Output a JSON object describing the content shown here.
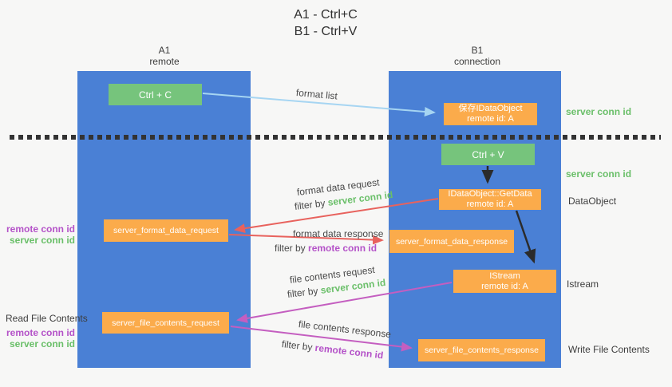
{
  "title": {
    "line1": "A1 - Ctrl+C",
    "line2": "B1 - Ctrl+V"
  },
  "lanes": {
    "a": {
      "title": "A1",
      "subtitle": "remote"
    },
    "b": {
      "title": "B1",
      "subtitle": "connection"
    }
  },
  "nodes": {
    "ctrl_c": {
      "label": "Ctrl + C"
    },
    "ctrl_v": {
      "label": "Ctrl + V"
    },
    "save_idataobject": {
      "line1": "保存IDataObject",
      "line2": "remote id: A"
    },
    "getdata": {
      "line1": "IDataObject::GetData",
      "line2": "remote id: A"
    },
    "istream": {
      "line1": "IStream",
      "line2": "remote id: A"
    },
    "server_format_data_request": {
      "label": "server_format_data_request"
    },
    "server_format_data_response": {
      "label": "server_format_data_response"
    },
    "server_file_contents_request": {
      "label": "server_file_contents_request"
    },
    "server_file_contents_response": {
      "label": "server_file_contents_response"
    }
  },
  "edges": {
    "format_list": "format list",
    "format_data_request": "format data request",
    "format_data_response": "format data response",
    "file_contents_request": "file contents request",
    "file_contents_response": "file contents response",
    "filter_by": "filter by",
    "server_conn_id": "server conn id",
    "remote_conn_id": "remote conn id"
  },
  "annotations": {
    "left": {
      "remote_conn_id": "remote conn id",
      "server_conn_id": "server conn id",
      "read_file_contents": "Read File Contents"
    },
    "right": {
      "server_conn_id_top": "server conn id",
      "server_conn_id_mid": "server conn id",
      "dataobject": "DataObject",
      "istream": "Istream",
      "write_file_contents": "Write File Contents"
    }
  },
  "colors": {
    "lane_blue": "#4a80d5",
    "node_green": "#76c47c",
    "node_orange": "#fbab4b",
    "arrow_light_blue": "#a6d5f2",
    "arrow_black": "#2b2b2b",
    "arrow_red": "#e8625d",
    "arrow_magenta": "#c45ec0",
    "text_green": "#6abf69",
    "text_purple": "#b452c8",
    "divider": "#333333"
  }
}
